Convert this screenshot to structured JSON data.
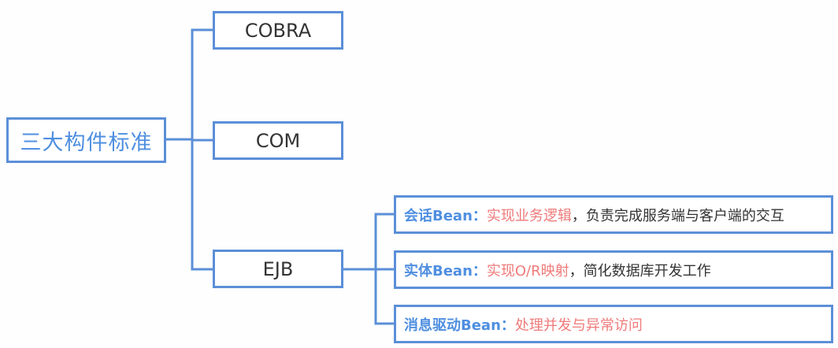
{
  "root": {
    "label": "三大构件标准"
  },
  "children": [
    {
      "label": "COBRA"
    },
    {
      "label": "COM"
    },
    {
      "label": "EJB"
    }
  ],
  "ejb_items": [
    {
      "key": "会话Bean",
      "sep": "：",
      "highlight": "实现业务逻辑",
      "rest": "，负责完成服务端与客户端的交互"
    },
    {
      "key": "实体Bean",
      "sep": "：",
      "highlight": "实现O/R映射",
      "rest": "，简化数据库开发工作"
    },
    {
      "key": "消息驱动Bean",
      "sep": "：",
      "highlight": "处理并发与异常访问",
      "rest": ""
    }
  ],
  "colors": {
    "line": "#5b8fd8",
    "key": "#4f8fe0",
    "highlight": "#ef7a7a",
    "text": "#333333"
  }
}
